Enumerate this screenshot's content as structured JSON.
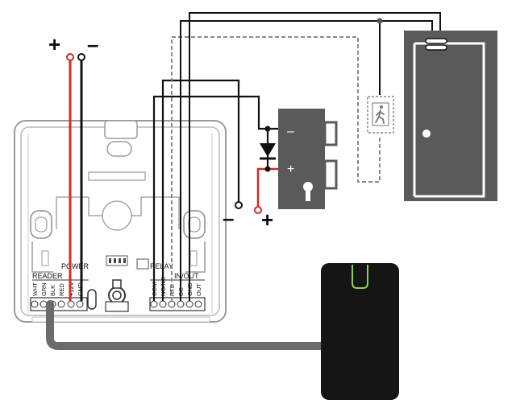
{
  "power_supply": {
    "plus": "+",
    "minus": "–"
  },
  "controller": {
    "reader_group": "READER",
    "power_group": "POWER",
    "relay_group": "RELAY",
    "inout_group": "IN/OUT",
    "reader_terminals": [
      "WHT",
      "GRN",
      "BLK",
      "RED",
      "+12V",
      "GND"
    ],
    "relay_terminals": [
      "COM",
      "NO/NC"
    ],
    "inout_terminals": [
      "RTE",
      "DC",
      "GND",
      "OUT"
    ]
  },
  "lock": {
    "minus": "–",
    "plus": "+"
  },
  "lock_power": {
    "minus": "–",
    "plus": "+"
  },
  "colors": {
    "positive_wire": "#d12b2b",
    "signal_wire": "#111111",
    "lock_body": "#5a5a5a",
    "door": "#5a5a5a",
    "reader_body": "#151515",
    "reader_led": "#8fd14f",
    "optional_wire": "#8a8a8a"
  },
  "icons": {
    "exit_button": "person-exit-icon",
    "diode": "diode-icon",
    "door_contact": "door-contact-icon"
  }
}
